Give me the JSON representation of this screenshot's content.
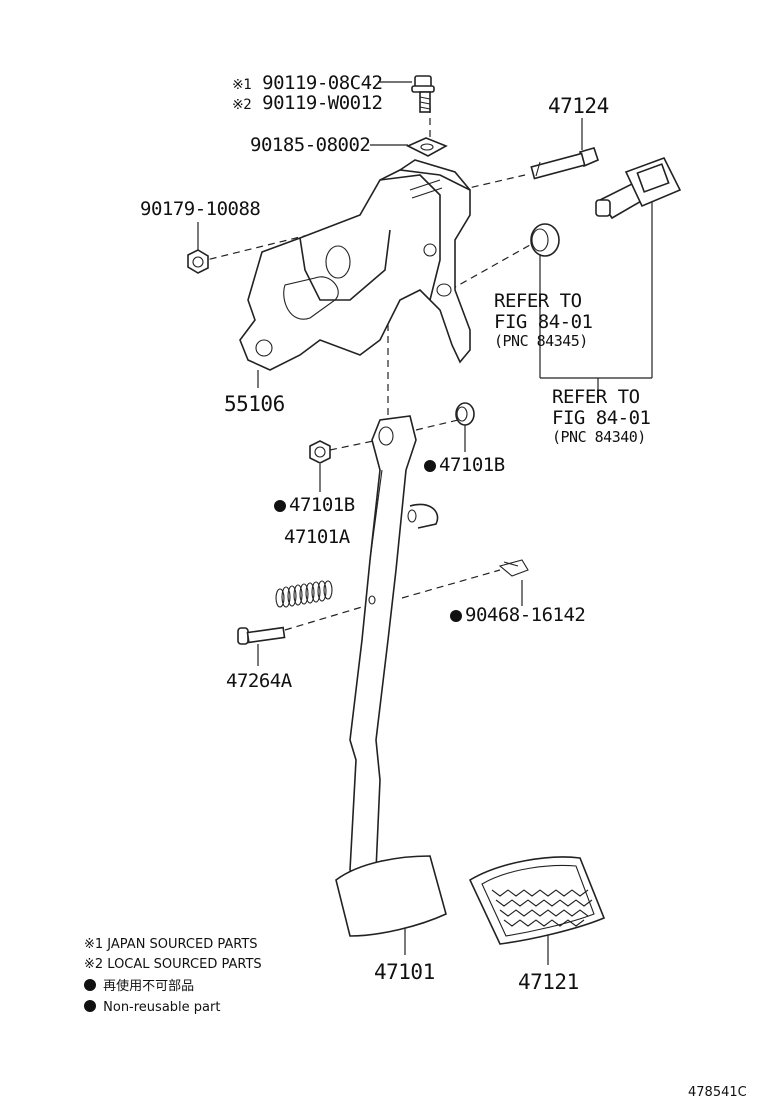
{
  "labels": {
    "bolt_japan": "90119-08C42",
    "bolt_local": "90119-W0012",
    "bolt_japan_mark": "※1",
    "bolt_local_mark": "※2",
    "washer": "90185-08002",
    "pin_bolt": "47124",
    "nut": "90179-10088",
    "bracket": "55106",
    "refer_a_line1": "REFER TO",
    "refer_a_line2": "FIG 84-01",
    "refer_a_line3": "(PNC 84345)",
    "refer_b_line1": "REFER TO",
    "refer_b_line2": "FIG 84-01",
    "refer_b_line3": "(PNC 84340)",
    "bushing_right": "47101B",
    "bushing_left": "47101B",
    "spring": "47101A",
    "clip": "90468-16142",
    "spring_pin": "47264A",
    "pedal_arm": "47101",
    "pedal_pad": "47121"
  },
  "notes": {
    "note1": "※1 JAPAN SOURCED PARTS",
    "note2": "※2 LOCAL SOURCED PARTS",
    "note3": "再使用不可部品",
    "note4": "Non-reusable part"
  },
  "figure_id": "478541C",
  "colors": {
    "line": "#222222",
    "background": "#ffffff"
  }
}
